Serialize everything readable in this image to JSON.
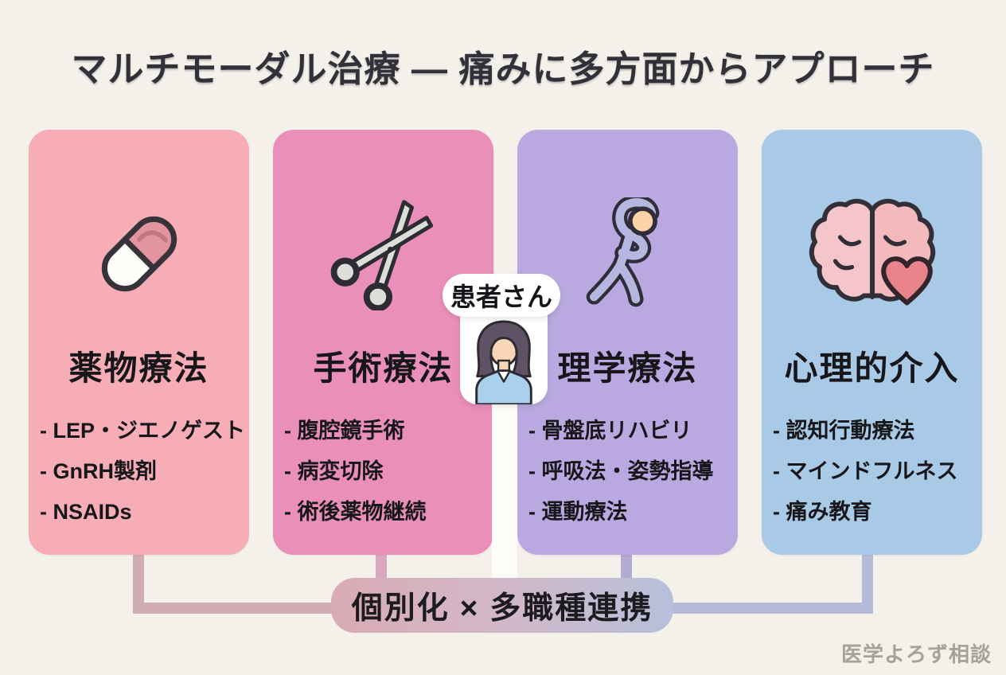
{
  "title": "マルチモーダル治療 — 痛みに多方面からアプローチ",
  "patient_bubble": {
    "label": "患者さん"
  },
  "cards": [
    {
      "id": "drug-therapy",
      "icon": "pill-icon",
      "color": "#f6adb6",
      "title": "薬物療法",
      "items": [
        "- LEP・ジエノゲスト",
        "- GnRH製剤",
        "- NSAIDs"
      ]
    },
    {
      "id": "surgical-therapy",
      "icon": "scissors-icon",
      "color": "#e98fba",
      "title": "手術療法",
      "items": [
        "- 腹腔鏡手術",
        "- 病変切除",
        "- 術後薬物継続"
      ]
    },
    {
      "id": "physical-therapy",
      "icon": "stretching-person-icon",
      "color": "#b9a9e0",
      "title": "理学療法",
      "items": [
        "- 骨盤底リハビリ",
        "- 呼吸法・姿勢指導",
        "- 運動療法"
      ]
    },
    {
      "id": "psychological-intervention",
      "icon": "brain-heart-icon",
      "color": "#a8cae6",
      "title": "心理的介入",
      "items": [
        "- 認知行動療法",
        "- マインドフルネス",
        "- 痛み教育"
      ]
    }
  ],
  "integration_box": {
    "label": "個別化 × 多職種連携",
    "gradient_left": "#d9abb5",
    "gradient_mid": "#d2b8c8",
    "gradient_right": "#b6c0da"
  },
  "connectors": {
    "card1": "#d2acb4",
    "card2": "#d8a8bf",
    "card3": "#b2abd2",
    "card4": "#b6bcd8"
  },
  "watermark": "医学よろず相談",
  "background_color": "#f4f1eb"
}
